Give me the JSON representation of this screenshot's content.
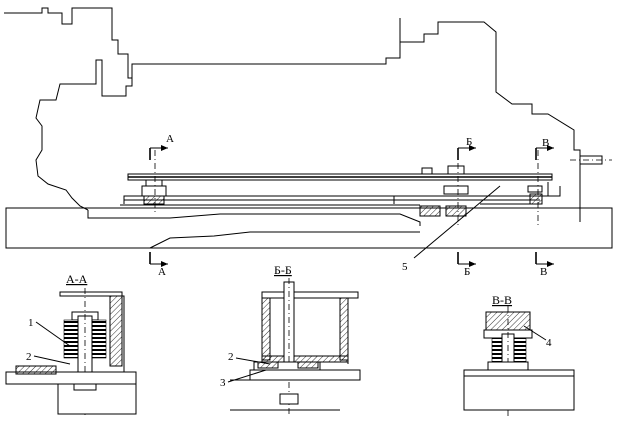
{
  "section_marks": {
    "a": "А",
    "b": "Б",
    "v": "В"
  },
  "section_titles": {
    "aa": "А-А",
    "bb": "Б-Б",
    "vv": "В-В"
  },
  "callouts": {
    "aa_1": "1",
    "aa_2": "2",
    "bb_2": "2",
    "bb_3": "3",
    "vv_4": "4",
    "main_5": "5"
  }
}
